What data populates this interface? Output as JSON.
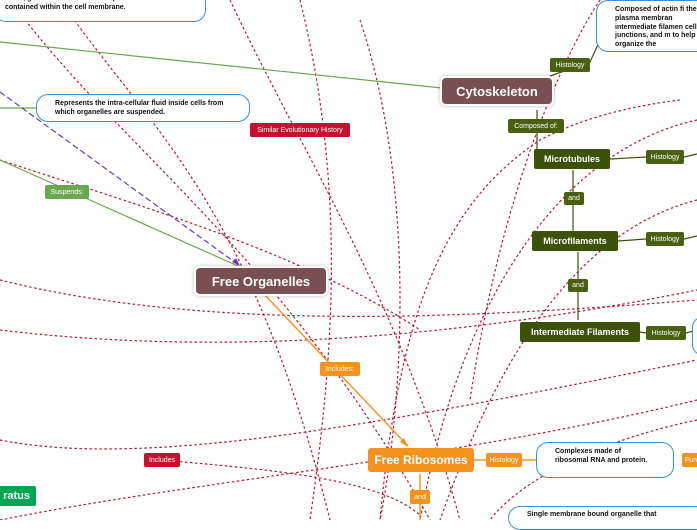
{
  "nodes": {
    "cytoskeleton": "Cytoskeleton",
    "free_organelles": "Free Organelles",
    "free_ribosomes": "Free Ribosomes",
    "microtubules": "Microtubules",
    "microfilaments": "Microfilaments",
    "intermediate_filaments": "Intermediate Filaments",
    "stratus_partial": "ratus"
  },
  "links": {
    "histology_1": "Histology",
    "histology_2": "Histology",
    "histology_3": "Histology",
    "histology_4": "Histology",
    "histology_5": "Histology",
    "composed_of": "Composed of:",
    "and_1": "and",
    "and_2": "and",
    "and_3": "and",
    "includes_orange": "Includes:",
    "includes_red": "Includes",
    "similar_history": "Similar Evolutionary History",
    "suspends": "Suspends:",
    "fun_partial": "Fun"
  },
  "notes": {
    "cytosol": "Thick, gel-like fluid that makes up all of the cell contained within the cell membrane.",
    "intracellular": "Represents the intra-cellular fluid inside cells from which organelles are suspended.",
    "actin": "Composed of actin fi the plasma membran intermediate filamen cell junctions, and m to help organize the",
    "ribosomes": "Complexes made of ribosomal RNA and protein.",
    "single_membrane": "Single membrane bound organelle that"
  },
  "colors": {
    "main_node": "#7a4f53",
    "green_node": "#3c520a",
    "orange": "#f5921e",
    "red": "#c8102e",
    "note_border": "#3b8fd9",
    "dotted_link": "#b5172f",
    "green_link": "#6aa84f",
    "purple_link": "#6a3fa0"
  }
}
